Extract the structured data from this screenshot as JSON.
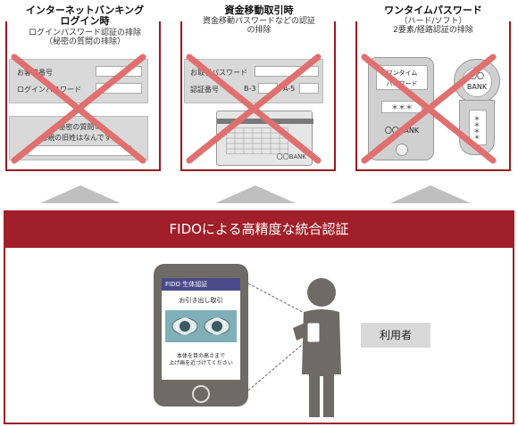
{
  "columns": [
    {
      "title_lines": [
        "インターネットバンキング",
        "ログイン時"
      ],
      "sub_lines": [
        "ログインパスワード認証の排除",
        "（秘密の質問の排除）"
      ],
      "panel": {
        "field1_label": "お客様番号",
        "field2_label": "ログインパスワード",
        "question_line1": "秘密の質問①",
        "question_line2": "母親の旧姓はなんですか"
      }
    },
    {
      "title_lines": [
        "資金移動取引時"
      ],
      "sub_lines": [
        "資金移動パスワードなどの認証",
        "の排除"
      ],
      "panel": {
        "field1_label": "お取引パスワード",
        "field2_label": "認証番号",
        "field2_value_a": "B-3",
        "field2_value_b": "A-5",
        "card_brand": "〇〇BANK"
      }
    },
    {
      "title_lines": [
        "ワンタイムパスワード"
      ],
      "sub_lines": [
        "（ハード/ソフト）",
        "2要素/経路認証の排除"
      ],
      "panel": {
        "token_line1": "ワンタイム",
        "token_line2": "パスワード",
        "token_masked": "＊＊＊",
        "token_brand": "〇〇BANK",
        "fob_brand_top": "〇〇",
        "fob_brand_bottom": "BANK",
        "fob_masked": "＊＊＊＊"
      }
    }
  ],
  "fido": {
    "banner": "FIDOによる高精度な統合認証",
    "phone_header": "FIDO 生体認証",
    "phone_title": "お引き出し取引",
    "phone_hint_line1": "本体を目の高さまで",
    "phone_hint_line2": "上げ画を近づけてください",
    "user_label": "利用者"
  },
  "colors": {
    "brand_red": "#a01f28",
    "cross_red": "#d9534f",
    "panel_gray": "#d9d9d9"
  }
}
